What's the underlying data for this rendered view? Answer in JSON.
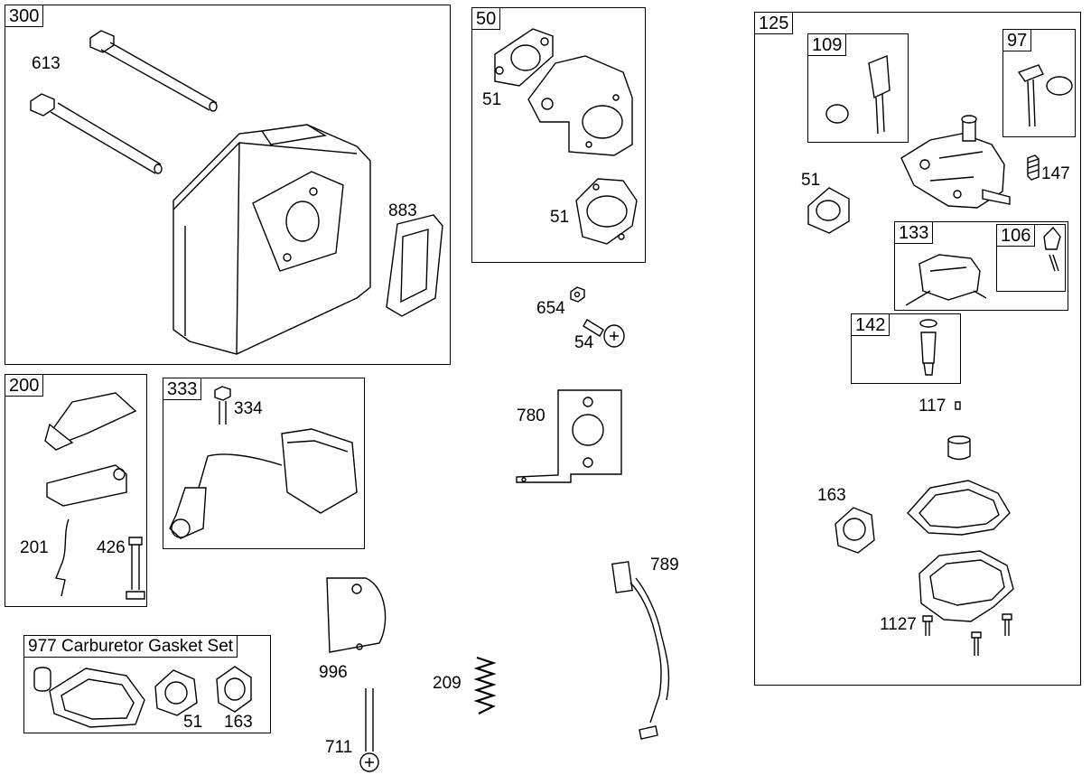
{
  "groups": {
    "g300": "300",
    "g50": "50",
    "g125": "125",
    "g109": "109",
    "g97": "97",
    "g133": "133",
    "g106": "106",
    "g142": "142",
    "g200": "200",
    "g333": "333",
    "g977": "977 Carburetor Gasket Set"
  },
  "parts": {
    "p613": "613",
    "p883": "883",
    "p51_a": "51",
    "p51_b": "51",
    "p654": "654",
    "p54": "54",
    "p780": "780",
    "p51_c": "51",
    "p147": "147",
    "p117": "117",
    "p163_a": "163",
    "p1127": "1127",
    "p334": "334",
    "p201": "201",
    "p426": "426",
    "p996": "996",
    "p209": "209",
    "p789": "789",
    "p711": "711",
    "p51_d": "51",
    "p163_b": "163"
  }
}
